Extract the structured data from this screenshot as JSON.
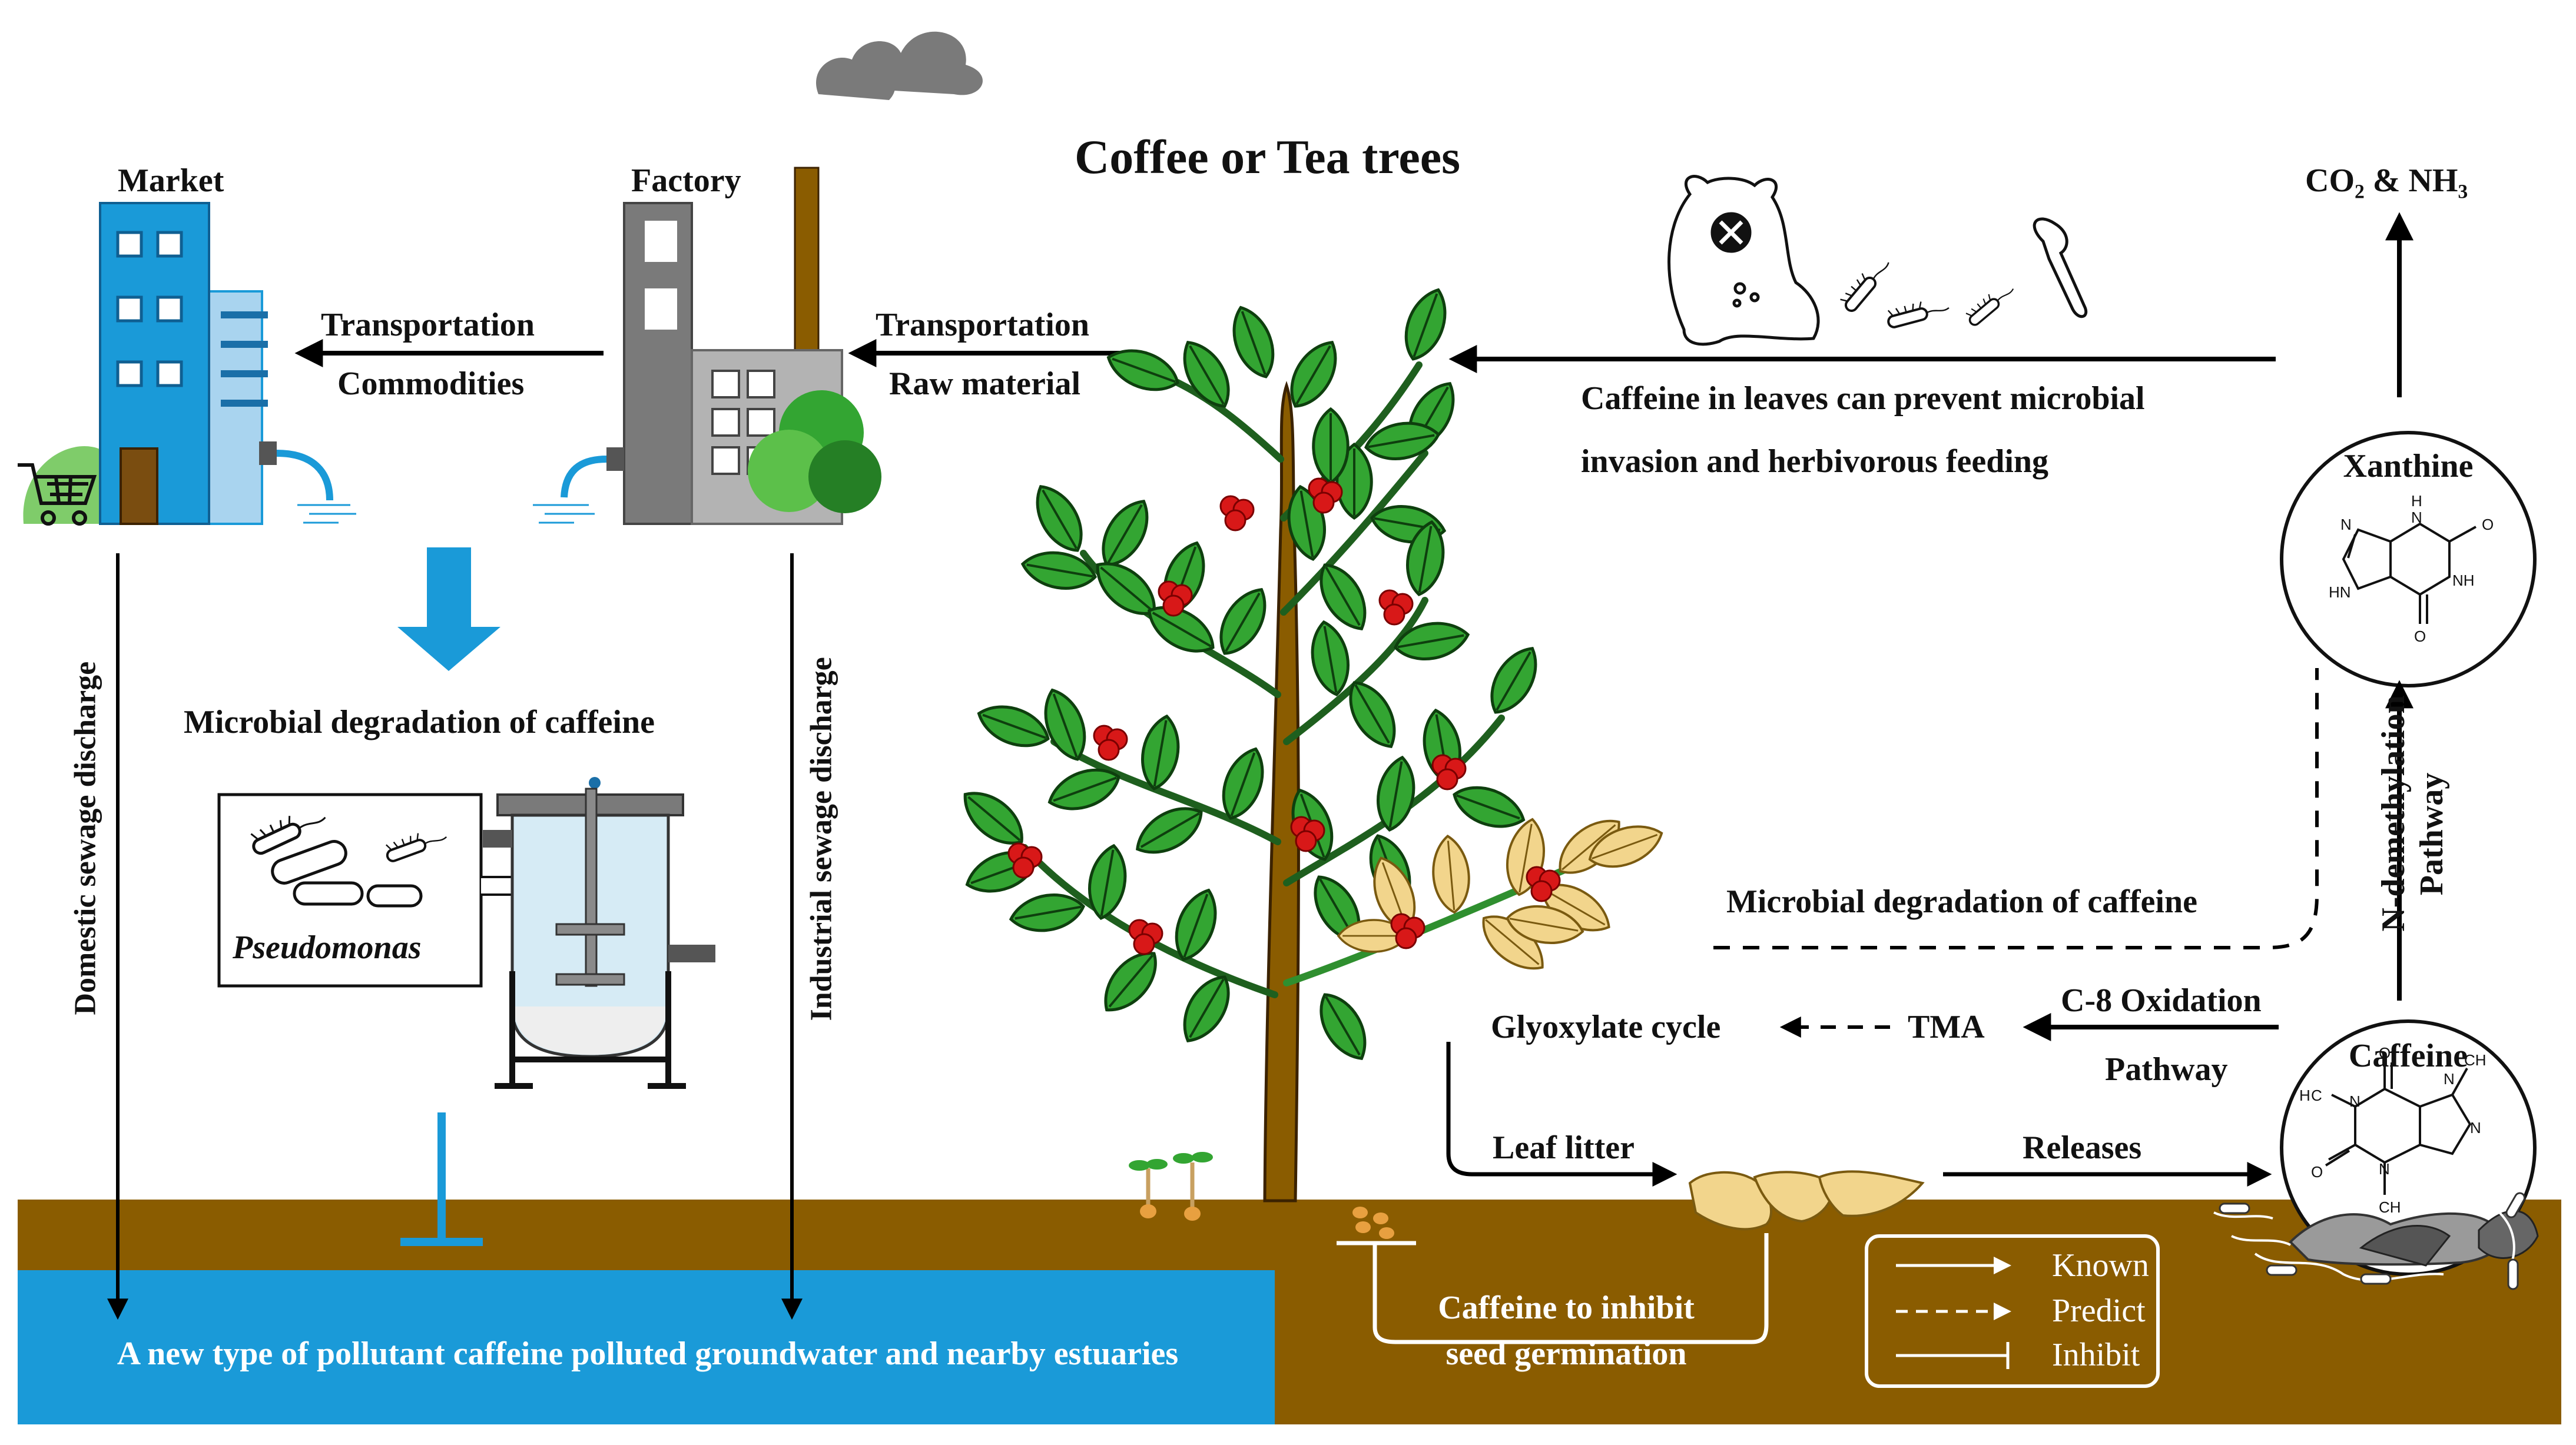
{
  "title": "Coffee or Tea trees",
  "places": {
    "market": "Market",
    "factory": "Factory"
  },
  "transport_left": {
    "line1": "Transportation",
    "line2": "Commodities"
  },
  "transport_right": {
    "line1": "Transportation",
    "line2": "Raw material"
  },
  "microbial_title": "Microbial degradation of caffeine",
  "organism": "Pseudomonas",
  "domestic_sewage": "Domestic sewage discharge",
  "industrial_sewage": "Industrial sewage discharge",
  "pollution_text": "A new type of pollutant caffeine polluted groundwater and nearby estuaries",
  "leaf_caffeine": {
    "line1": "Caffeine in leaves can prevent microbial",
    "line2": "invasion and herbivorous feeding"
  },
  "products": "CO₂ & NH₃",
  "xanthine": "Xanthine",
  "caffeine": "Caffeine",
  "pathway_demethylation": {
    "line1": "N-demethylation",
    "line2": "Pathway"
  },
  "microbial_degradation_right": "Microbial degradation of caffeine",
  "c8_oxidation": {
    "line1": "C-8 Oxidation",
    "line2": "Pathway"
  },
  "tma": "TMA",
  "glyoxylate": "Glyoxylate cycle",
  "leaf_litter": "Leaf litter",
  "releases": "Releases",
  "seed_inhibit": {
    "line1": "Caffeine to inhibit",
    "line2": "seed germination"
  },
  "legend": {
    "known": "Known",
    "predict": "Predict",
    "inhibit": "Inhibit"
  },
  "colors": {
    "soil": "#8a5c00",
    "water": "#1a9ad8",
    "leaf": "#33a532",
    "berry": "#d81818",
    "trunk": "#8a5c00",
    "dried_leaf": "#f2d58c"
  }
}
